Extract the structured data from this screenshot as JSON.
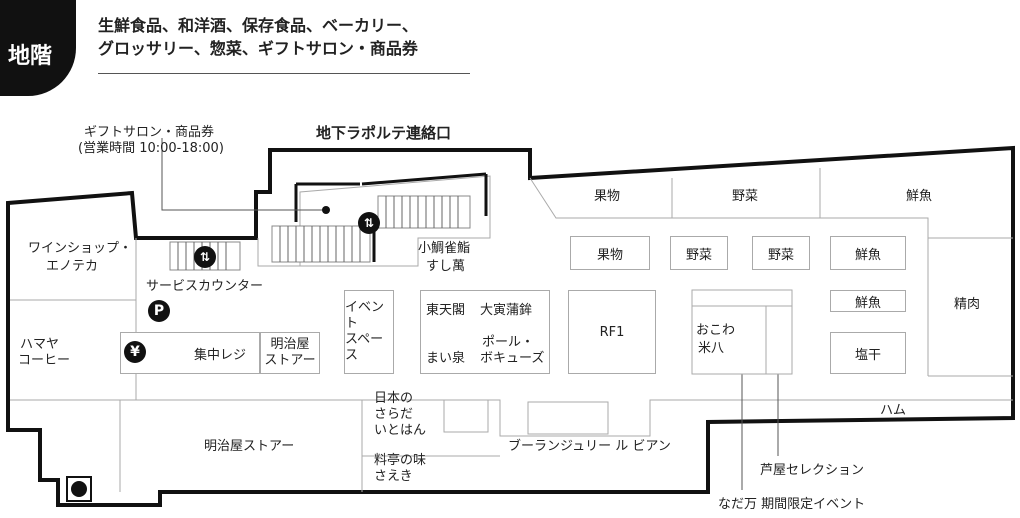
{
  "floor": {
    "label": "地階"
  },
  "header": {
    "categories_line1": "生鮮食品、和洋酒、保存食品、ベーカリー、",
    "categories_line2": "グロッサリー、惣菜、ギフトサロン・商品券"
  },
  "entrances": {
    "laporte": "地下ラポルテ連絡口"
  },
  "gift_salon": {
    "name": "ギフトサロン・商品券",
    "hours": "(営業時間 10:00-18:00)"
  },
  "shops": {
    "fruit_top": "果物",
    "veg_top": "野菜",
    "fish_top": "鮮魚",
    "fruit": "果物",
    "veg1": "野菜",
    "veg2": "野菜",
    "fish1": "鮮魚",
    "fish2": "鮮魚",
    "meat": "精肉",
    "salted": "塩干",
    "rf1": "RF1",
    "okowa1": "おこわ",
    "okowa2": "米八",
    "wine1": "ワインショップ・",
    "wine2": "エノテカ",
    "hamaya1": "ハマヤ",
    "hamaya2": "コーヒー",
    "service_counter": "サービスカウンター",
    "central_register": "集中レジ",
    "meijiya_small1": "明治屋",
    "meijiya_small2": "ストアー",
    "meijiya_store": "明治屋ストアー",
    "event1": "イベント",
    "event2": "スペース",
    "toutenkaku": "東天閣",
    "daitora": "大寅蒲鉾",
    "maizumi": "まい泉",
    "paul1": "ポール・",
    "paul2": "ボキューズ",
    "kodai1": "小鯛雀鮨",
    "kodai2": "すし萬",
    "salad1": "日本の",
    "salad2": "さらだ",
    "salad3": "いとはん",
    "ryotei1": "料亭の味",
    "ryotei2": "さえき",
    "boulangerie": "ブーランジュリー ル ビアン",
    "ham": "ハム",
    "ashiya": "芦屋セレクション",
    "nadaman": "なだ万 期間限定イベント"
  },
  "icons": {
    "parking": "P",
    "yen": "¥"
  }
}
